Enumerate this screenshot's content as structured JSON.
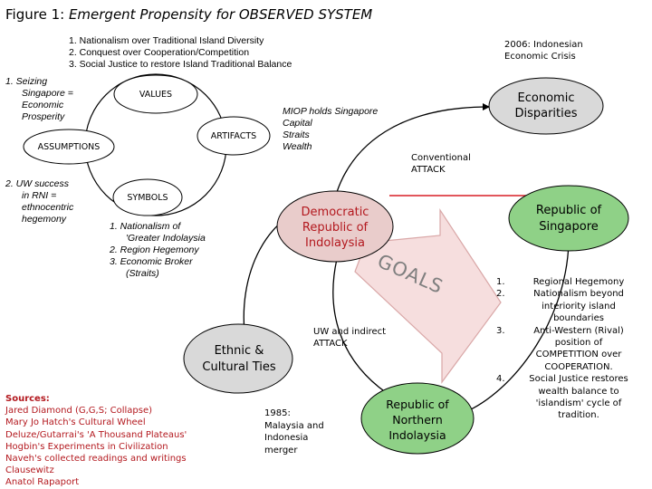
{
  "title": {
    "prefix": "Figure 1: ",
    "italic": "Emergent Propensity for OBSERVED SYSTEM"
  },
  "top_list": [
    "1.  Nationalism over Traditional Island Diversity",
    "2.  Conquest over Cooperation/Competition",
    "3.  Social Justice to restore Island Traditional Balance"
  ],
  "crisis_note": [
    "2006: Indonesian",
    "Economic Crisis"
  ],
  "left_list_1": [
    "1.  Seizing",
    "Singapore =",
    "Economic",
    "Prosperity"
  ],
  "left_list_2": [
    "2.  UW success",
    "in RNI =",
    "ethnocentric",
    "hegemony"
  ],
  "culture_nodes": {
    "values": "VALUES",
    "artifacts": "ARTIFACTS",
    "assumptions": "ASSUMPTIONS",
    "symbols": "SYMBOLS"
  },
  "symbols_list": [
    "1.  Nationalism of",
    "'Greater Indolaysia",
    "2.  Region Hegemony",
    "3.  Economic Broker",
    "(Straits)"
  ],
  "miop_note": [
    "MIOP holds Singapore",
    "Capital",
    "Straits",
    "Wealth"
  ],
  "economic_disparities": [
    "Economic",
    "Disparities"
  ],
  "conventional_attack": [
    "Conventional",
    "ATTACK"
  ],
  "drni": [
    "Democratic",
    "Republic of",
    "Indolaysia"
  ],
  "singapore": [
    "Republic of",
    "Singapore"
  ],
  "goals": "GOALS",
  "uw_attack": [
    "UW and indirect",
    "ATTACK"
  ],
  "ethnic": [
    "Ethnic &",
    "Cultural Ties"
  ],
  "merger_note": [
    "1985:",
    "Malaysia and",
    "Indonesia",
    "merger"
  ],
  "northern": [
    "Republic of",
    "Northern",
    "Indolaysia"
  ],
  "right_list": [
    {
      "num": "1.",
      "lines": [
        "Regional Hegemony"
      ]
    },
    {
      "num": "2.",
      "lines": [
        "Nationalism beyond",
        "interiority island",
        "boundaries"
      ]
    },
    {
      "num": "3.",
      "lines": [
        "Anti-Western (Rival)",
        "position of",
        "COMPETITION over",
        "COOPERATION."
      ]
    },
    {
      "num": "4.",
      "lines": [
        "Social Justice restores",
        "wealth balance to",
        "'islandism' cycle of",
        "tradition."
      ]
    }
  ],
  "sources": {
    "heading": "Sources:",
    "items": [
      "Jared Diamond (G,G,S; Collapse)",
      "Mary Jo Hatch's Cultural Wheel",
      "Deluze/Gutarrai's 'A Thousand Plateaus'",
      "Hogbin's Experiments in Civilization",
      "Naveh's collected readings and writings",
      "Clausewitz",
      "Anatol Rapaport"
    ]
  },
  "colors": {
    "red_node": "#e9cccb",
    "green_node": "#8fd187",
    "grey_node": "#d9d9d9",
    "goals_arrow": "#f6dede",
    "goals_text": "#7f7f7f",
    "sources_text": "#b3181e",
    "red_arrow": "#d81f26"
  }
}
